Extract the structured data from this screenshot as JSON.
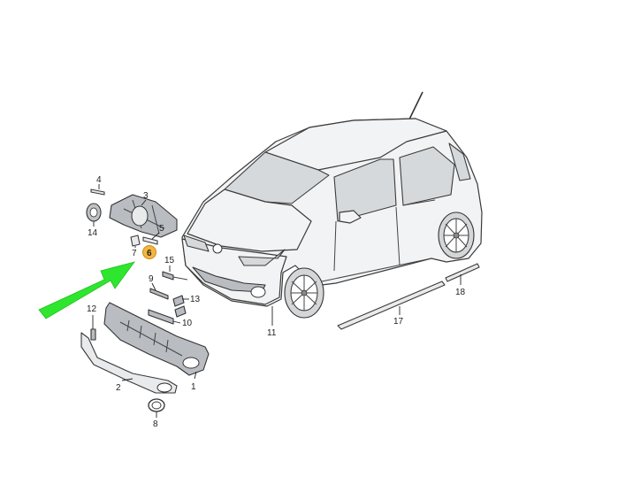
{
  "callouts": {
    "c1": "1",
    "c2": "2",
    "c3": "3",
    "c4": "4",
    "c5": "5",
    "c6": "6",
    "c7": "7",
    "c8": "8",
    "c9": "9",
    "c10": "10",
    "c11": "11",
    "c12": "12",
    "c13": "13",
    "c14": "14",
    "c15": "15",
    "c17": "17",
    "c18": "18"
  },
  "colors": {
    "highlight": "#f4b63f",
    "arrow": "#2ee62e"
  }
}
